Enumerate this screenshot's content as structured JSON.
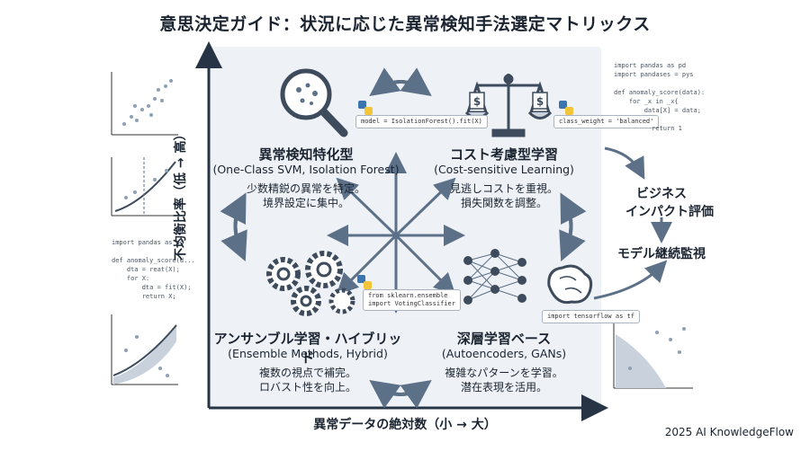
{
  "title": "意思決定ガイド：状況に応じた異常検知手法選定マトリックス",
  "axes": {
    "y_label": "不均衡比率（低 → 高）",
    "x_label": "異常データの絶対数（小 → 大）"
  },
  "quadrants": {
    "top_left": {
      "title": "異常検知特化型",
      "subtitle": "(One-Class SVM, Isolation Forest)",
      "desc": [
        "少数精鋭の異常を特定。",
        "境界設定に集中。"
      ],
      "code": "model = IsolationForest().fit(X)"
    },
    "top_right": {
      "title": "コスト考慮型学習",
      "subtitle": "(Cost-sensitive Learning)",
      "desc": [
        "見逃しコストを重視。",
        "損失関数を調整。"
      ],
      "code": "class_weight = 'balanced'"
    },
    "bottom_left": {
      "title": "アンサンブル学習・ハイブリッド",
      "subtitle": "(Ensemble Methods, Hybrid)",
      "desc": [
        "複数の視点で補完。",
        "ロバスト性を向上。"
      ],
      "code": "from sklearn.ensemble\nimport VotingClassifier"
    },
    "bottom_right": {
      "title": "深層学習ベース",
      "subtitle": "(Autoencoders, GANs)",
      "desc": [
        "複雑なパターンを学習。",
        "潜在表現を活用。"
      ],
      "code": "import tensorflow as tf"
    }
  },
  "flow": {
    "step1_line1": "ビジネス",
    "step1_line2": "インパクト評価",
    "step2": "モデル継続監視"
  },
  "code_right": "import pandas as pd\nimport pandases = pys\n\ndef anomaly_score(data):\n    for _x in _x{\n        data[X] = data;\n\n          return 1",
  "code_left": "import pandas as pd\n\ndef anomaly_score(d...\n    dta = reat(X);\n    for X:\n        dta = fit(X);\n        return X;",
  "credit": "2025 AI KnowledgeFlow",
  "colors": {
    "axis": "#263445",
    "arrow": "#5c7088",
    "matrix_bg": "#eef2f6",
    "python_blue": "#3a75b0",
    "python_yellow": "#f3c53b"
  }
}
